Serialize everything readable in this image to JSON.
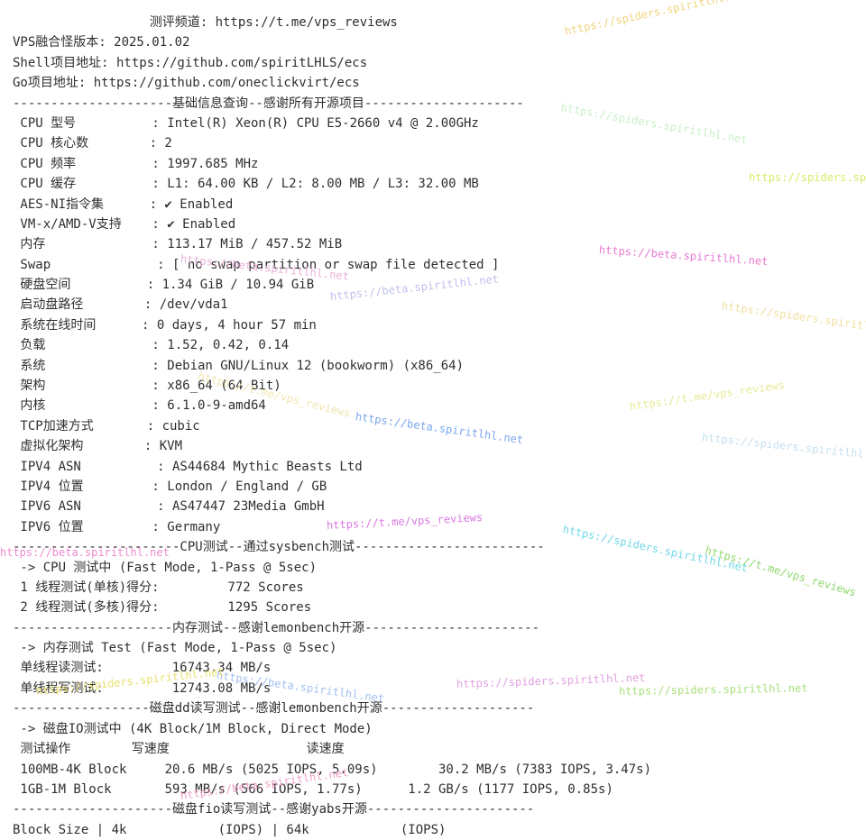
{
  "terminal": {
    "lines": [
      "                  测评频道: https://t.me/vps_reviews",
      "VPS融合怪版本: 2025.01.02",
      "Shell项目地址: https://github.com/spiritLHLS/ecs",
      "Go项目地址: https://github.com/oneclickvirt/ecs",
      "---------------------基础信息查询--感谢所有开源项目---------------------",
      " CPU 型号          : Intel(R) Xeon(R) CPU E5-2660 v4 @ 2.00GHz",
      " CPU 核心数        : 2",
      " CPU 频率          : 1997.685 MHz",
      " CPU 缓存          : L1: 64.00 KB / L2: 8.00 MB / L3: 32.00 MB",
      " AES-NI指令集      : ✔ Enabled",
      " VM-x/AMD-V支持    : ✔ Enabled",
      " 内存              : 113.17 MiB / 457.52 MiB",
      " Swap              : [ no swap partition or swap file detected ]",
      " 硬盘空间          : 1.34 GiB / 10.94 GiB",
      " 启动盘路径        : /dev/vda1",
      " 系统在线时间      : 0 days, 4 hour 57 min",
      " 负载              : 1.52, 0.42, 0.14",
      " 系统              : Debian GNU/Linux 12 (bookworm) (x86_64)",
      " 架构              : x86_64 (64 Bit)",
      " 内核              : 6.1.0-9-amd64",
      " TCP加速方式       : cubic",
      " 虚拟化架构        : KVM",
      " IPV4 ASN          : AS44684 Mythic Beasts Ltd",
      " IPV4 位置         : London / England / GB",
      " IPV6 ASN          : AS47447 23Media GmbH",
      " IPV6 位置         : Germany",
      "----------------------CPU测试--通过sysbench测试-------------------------",
      " -> CPU 测试中 (Fast Mode, 1-Pass @ 5sec)",
      " 1 线程测试(单核)得分:         772 Scores",
      " 2 线程测试(多核)得分:         1295 Scores",
      "---------------------内存测试--感谢lemonbench开源-----------------------",
      " -> 内存测试 Test (Fast Mode, 1-Pass @ 5sec)",
      " 单线程读测试:         16743.34 MB/s",
      " 单线程写测试:         12743.08 MB/s",
      "------------------磁盘dd读写测试--感谢lemonbench开源--------------------",
      " -> 磁盘IO测试中 (4K Block/1M Block, Direct Mode)",
      " 测试操作        写速度                  读速度",
      " 100MB-4K Block     20.6 MB/s (5025 IOPS, 5.09s)        30.2 MB/s (7383 IOPS, 3.47s)",
      " 1GB-1M Block       593 MB/s (566 IOPS, 1.77s)      1.2 GB/s (1177 IOPS, 0.85s)",
      "---------------------磁盘fio读写测试--感谢yabs开源----------------------",
      "Block Size | 4k            (IOPS) | 64k            (IOPS)"
    ]
  },
  "watermarks": [
    {
      "text": "https://spiders.spiritlhl.net",
      "color": "#f2d27a"
    },
    {
      "text": "https://spiders.spiritlhl.net",
      "color": "#c8f0c8"
    },
    {
      "text": "https://spiders.spiritlhl.net",
      "color": "#d8ec6a"
    },
    {
      "text": "https://beta.spiritlhl.net",
      "color": "#e77ad0"
    },
    {
      "text": "https://spiders.spiritlhl.net",
      "color": "#f0e0a0"
    },
    {
      "text": "https://beta.spiritlhl.net",
      "color": "#e8b0d8"
    },
    {
      "text": "https://beta.spiritlhl.net",
      "color": "#c0c0f0"
    },
    {
      "text": "https://t.me/vps_reviews",
      "color": "#e6ea9a"
    },
    {
      "text": "https://t.me/vps_reviews",
      "color": "#f0e6b0"
    },
    {
      "text": "https://beta.spiritlhl.net",
      "color": "#7aa6f0"
    },
    {
      "text": "https://spiders.spiritlhl.net",
      "color": "#c8e0f0"
    },
    {
      "text": "https://t.me/vps_reviews",
      "color": "#d879e0"
    },
    {
      "text": "https://spiders.spiritlhl.net",
      "color": "#70d8e8"
    },
    {
      "text": "https://t.me/vps_reviews",
      "color": "#90d870"
    },
    {
      "text": "https://beta.spiritlhl.net",
      "color": "#f08ad0"
    },
    {
      "text": "https://spiders.spiritlhl.net",
      "color": "#e0a0e0"
    },
    {
      "text": "https://spiders.spiritlhl.net",
      "color": "#a8e07a"
    },
    {
      "text": "https://beta.spiritlhl.net",
      "color": "#a0c0f0"
    },
    {
      "text": "https://spiders.spiritlhl.net",
      "color": "#e8e070"
    },
    {
      "text": "https://beta.spiritlhl.net",
      "color": "#f0a0c8"
    }
  ]
}
